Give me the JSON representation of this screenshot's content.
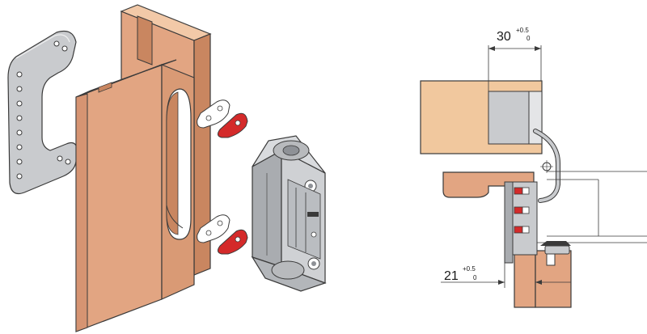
{
  "dimensions": {
    "top": {
      "value": "30",
      "tol_upper": "+0.5",
      "tol_lower": "0"
    },
    "bottom": {
      "value": "21",
      "tol_upper": "+0.5",
      "tol_lower": "0"
    }
  },
  "colors": {
    "wood": "#e2a582",
    "wood_dark": "#c98660",
    "wood_light": "#f2c9a8",
    "section_wood": "#f1c89e",
    "plate": "#c9cbce",
    "clip_red": "#d42a2a",
    "hinge_gray": "#b8babd"
  }
}
